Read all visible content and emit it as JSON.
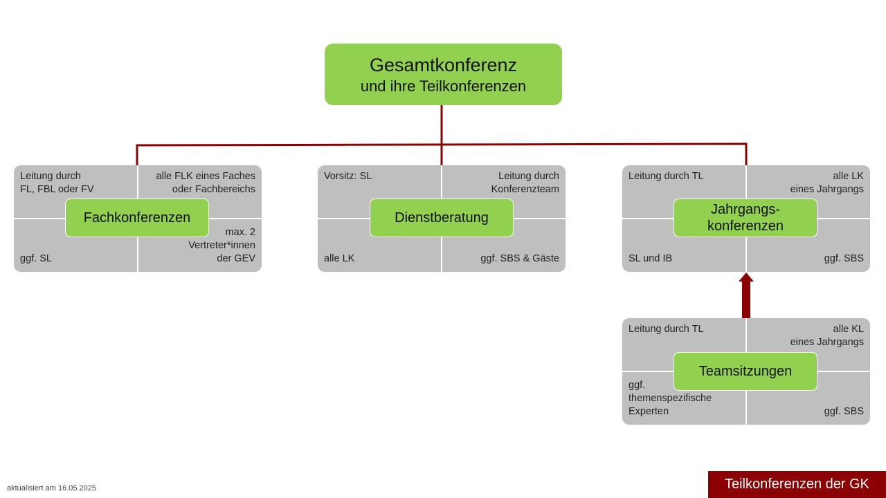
{
  "root": {
    "title": "Gesamtkonferenz",
    "subtitle": "und ihre Teilkonferenzen"
  },
  "colors": {
    "green": "#92d050",
    "gray": "#bfbfbf",
    "connector": "#8b0000",
    "badge": "#8b0000"
  },
  "groups": {
    "fach": {
      "label": "Fachkonferenzen",
      "top_left": [
        "Leitung durch",
        "FL, FBL oder FV"
      ],
      "top_right": [
        "alle FLK eines Faches",
        "oder Fachbereichs"
      ],
      "bottom_left": [
        "ggf. SL"
      ],
      "bottom_right": [
        "max. 2",
        "Vertreter*innen",
        "der GEV"
      ]
    },
    "dienst": {
      "label": "Dienstberatung",
      "top_left": [
        "Vorsitz: SL"
      ],
      "top_right": [
        "Leitung durch",
        "Konferenzteam"
      ],
      "bottom_left": [
        "alle LK"
      ],
      "bottom_right": [
        "ggf. SBS & Gäste"
      ]
    },
    "jahrgang": {
      "label": [
        "Jahrgangs-",
        "konferenzen"
      ],
      "top_left": [
        "Leitung durch TL"
      ],
      "top_right": [
        "alle LK",
        "eines Jahrgangs"
      ],
      "bottom_left": [
        "SL und IB"
      ],
      "bottom_right": [
        "ggf. SBS"
      ]
    },
    "team": {
      "label": "Teamsitzungen",
      "top_left": [
        "Leitung durch TL"
      ],
      "top_right": [
        "alle KL",
        "eines Jahrgangs"
      ],
      "bottom_left": [
        "ggf.",
        "themenspezifische",
        "Experten"
      ],
      "bottom_right": [
        "ggf. SBS"
      ]
    }
  },
  "footer": {
    "date": "aktualisiert am 16.05.2025",
    "badge": "Teilkonferenzen der GK"
  }
}
